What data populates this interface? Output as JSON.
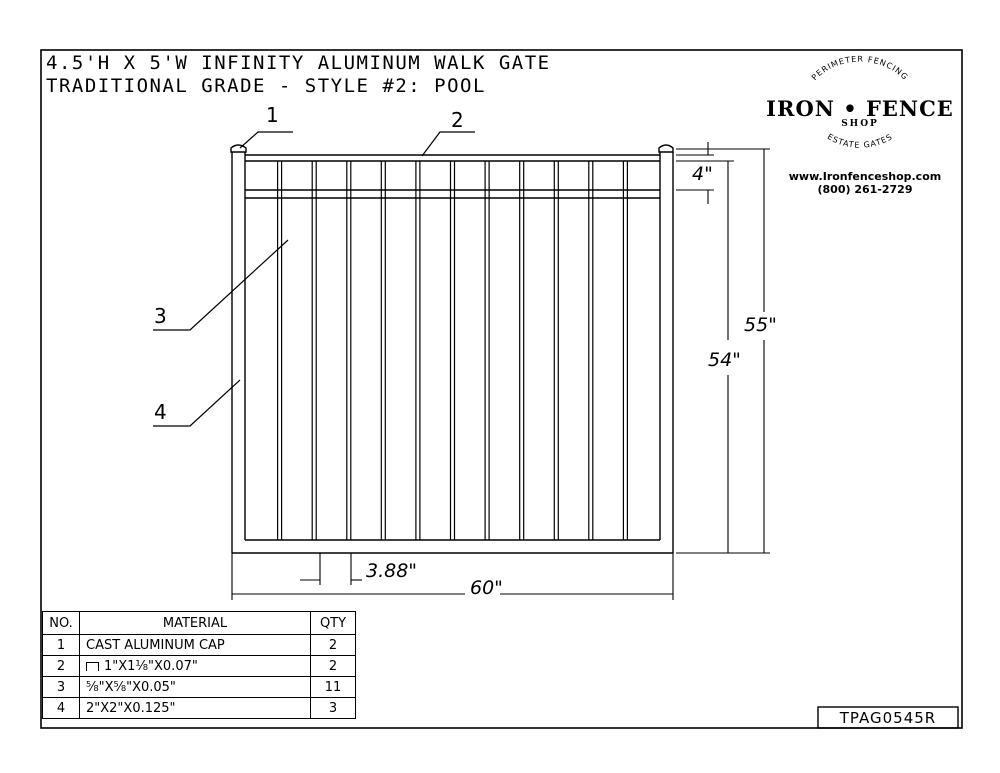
{
  "title": {
    "line1": "4.5'H X 5'W INFINITY ALUMINUM WALK GATE",
    "line2": "TRADITIONAL GRADE - STYLE #2: POOL"
  },
  "logo": {
    "arc_top": "PERIMETER FENCING",
    "main": "IRON • FENCE",
    "sub": "SHOP",
    "arc_bottom": "ESTATE GATES",
    "url": "www.Ironfenceshop.com",
    "phone": "(800) 261-2729"
  },
  "callouts": [
    "1",
    "2",
    "3",
    "4"
  ],
  "dimensions": {
    "rail_gap": "4\"",
    "overall_height": "55\"",
    "frame_height": "54\"",
    "picket_spacing": "3.88\"",
    "width": "60\""
  },
  "bom": {
    "headers": [
      "NO.",
      "MATERIAL",
      "QTY"
    ],
    "rows": [
      {
        "no": "1",
        "material": "CAST ALUMINUM CAP",
        "qty": "2"
      },
      {
        "no": "2",
        "material": "1\"X1⅛\"X0.07\"",
        "qty": "2"
      },
      {
        "no": "3",
        "material": "⅝\"X⅝\"X0.05\"",
        "qty": "11"
      },
      {
        "no": "4",
        "material": "2\"X2\"X0.125\"",
        "qty": "3"
      }
    ]
  },
  "drawing_number": "TPAG0545R",
  "gate": {
    "picket_count": 11
  }
}
